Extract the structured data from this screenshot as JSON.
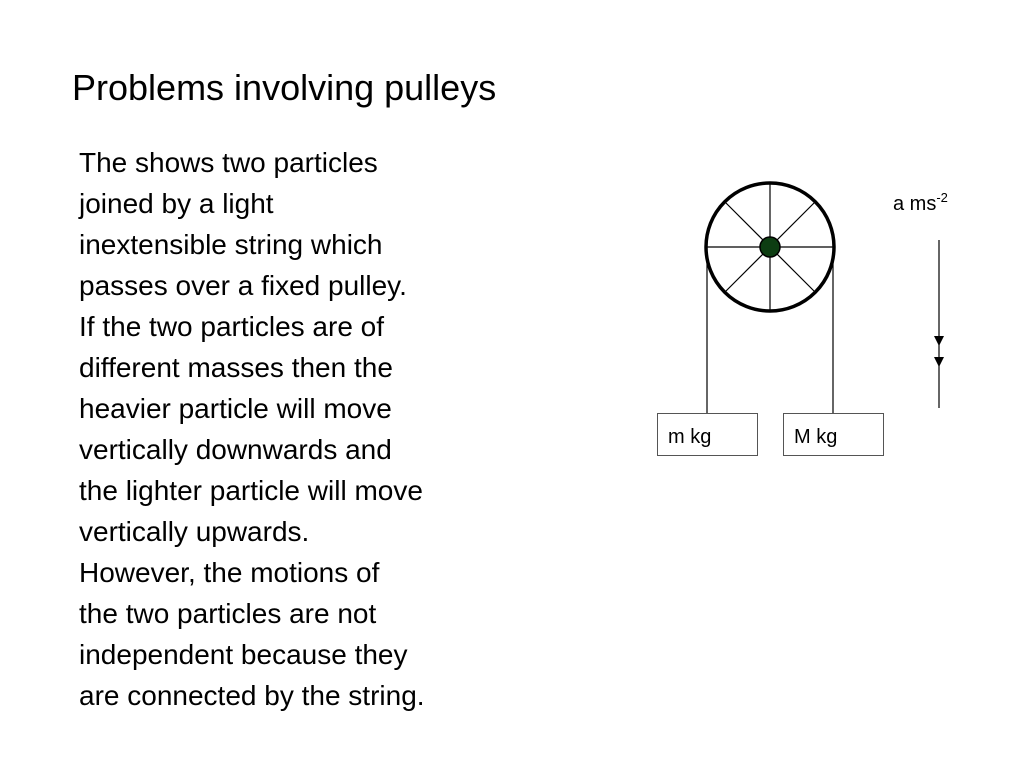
{
  "slide": {
    "title": "Problems involving pulleys",
    "body_lines": [
      "The shows two particles",
      "joined by a light",
      "inextensible string which",
      "passes over a fixed pulley.",
      "If the two particles are of",
      "different masses then the",
      "heavier particle will move",
      "vertically downwards and",
      "the lighter particle will move",
      "vertically upwards.",
      "However, the motions of",
      "the two particles are not",
      "independent because they",
      "are connected by the string."
    ]
  },
  "diagram": {
    "acceleration": {
      "text": "a ms",
      "exponent": "-2"
    },
    "left_mass_label": "m kg",
    "right_mass_label": "M kg",
    "hub_color": "#0d3d12"
  }
}
